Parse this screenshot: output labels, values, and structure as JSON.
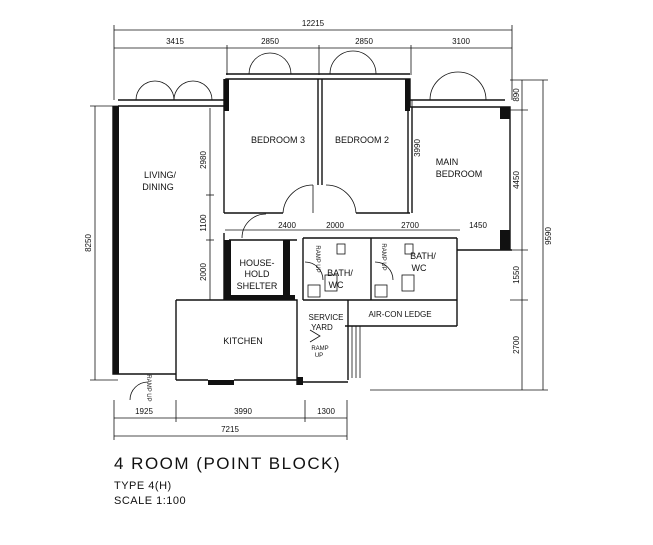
{
  "plan": {
    "dimensions": {
      "overall_width": "12215",
      "top_3415": "3415",
      "top_2850_a": "2850",
      "top_2850_b": "2850",
      "top_3100": "3100",
      "bottom_7215": "7215",
      "bottom_1925": "1925",
      "bottom_3990": "3990",
      "bottom_1300": "1300",
      "left_8250": "8250",
      "right_9590": "9590",
      "right_890": "890",
      "right_4450": "4450",
      "right_1550": "1550",
      "right_2700": "2700",
      "inner_2980": "2980",
      "inner_1100": "1100",
      "inner_2000": "2000",
      "inner_3990": "3990",
      "mid_2400": "2400",
      "mid_2000": "2000",
      "mid_2700": "2700",
      "mid_1450": "1450"
    },
    "rooms": {
      "bedroom3": "BEDROOM 3",
      "bedroom2": "BEDROOM 2",
      "main_bedroom_1": "MAIN",
      "main_bedroom_2": "BEDROOM",
      "living_1": "LIVING/",
      "living_2": "DINING",
      "shelter_1": "HOUSE-",
      "shelter_2": "HOLD",
      "shelter_3": "SHELTER",
      "bath1_1": "BATH/",
      "bath1_2": "WC",
      "bath2_1": "BATH/",
      "bath2_2": "WC",
      "aircon": "AIR-CON LEDGE",
      "service_1": "SERVICE",
      "service_2": "YARD",
      "kitchen": "KITCHEN",
      "ramp_up_1": "RAMP",
      "ramp_up_2": "UP",
      "ramp_small": "RAMP UP",
      "ramp_small_2": "RAMP UP",
      "ramp_entry": "RAMP UP"
    }
  },
  "caption": {
    "title": "4 ROOM (POINT BLOCK)",
    "type": "TYPE 4(H)",
    "scale": "SCALE 1:100"
  }
}
